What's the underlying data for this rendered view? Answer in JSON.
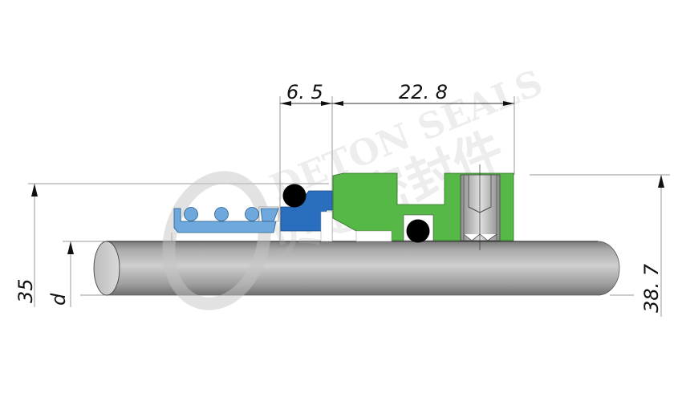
{
  "diagram": {
    "type": "mechanical-seal-cross-section",
    "dimensions": {
      "top_left": "6. 5",
      "top_right": "22. 8",
      "left_outer": "35",
      "left_shaft": "d",
      "right_outer": "38. 7"
    },
    "watermark": {
      "brand": "DETON SEALS",
      "chinese": "贝通密封件",
      "logo_letter": "D"
    },
    "colors": {
      "spring_seat": "#6fa8dc",
      "spring_coil": "#6fa8dc",
      "rotary_ring": "#2a6fbd",
      "stationary_housing": "#56b947",
      "o_ring": "#000000",
      "shaft": "#a8a8a8",
      "set_screw": "#b5b5b5",
      "watermark": "#bfbfbf"
    },
    "components": [
      {
        "name": "spring-retainer",
        "label": ""
      },
      {
        "name": "spring-coil",
        "label": ""
      },
      {
        "name": "rotating-face",
        "label": ""
      },
      {
        "name": "o-ring",
        "label": ""
      },
      {
        "name": "collar",
        "label": ""
      },
      {
        "name": "set-screw",
        "label": ""
      },
      {
        "name": "shaft",
        "label": ""
      }
    ]
  }
}
